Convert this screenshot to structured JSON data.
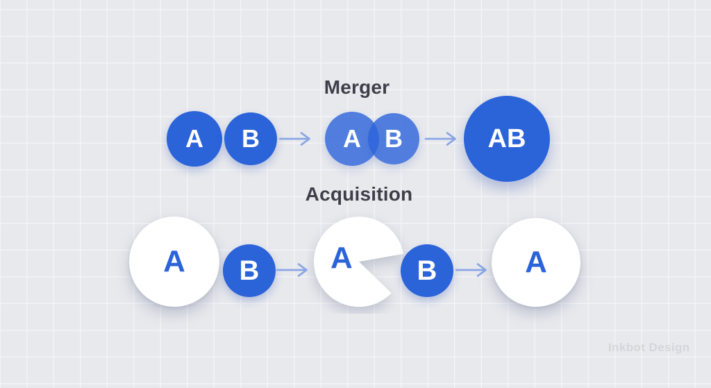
{
  "merger": {
    "title": "Merger",
    "step1": {
      "a": "A",
      "b": "B"
    },
    "step2": {
      "a": "A",
      "b": "B"
    },
    "result": "AB"
  },
  "acquisition": {
    "title": "Acquisition",
    "step1": {
      "a": "A",
      "b": "B"
    },
    "step2": {
      "a": "A",
      "b": "B"
    },
    "result": "A"
  },
  "watermark": "Inkbot Design",
  "icons": {
    "arrow": "arrow-right-icon"
  },
  "colors": {
    "primary_blue": "#2b63d9",
    "overlap_blue": "rgba(43,99,217,0.80)",
    "arrow_blue": "#8ba6e5",
    "title_text": "#3d4049",
    "background": "#e8e9ed",
    "grid_line": "#f3f4f8",
    "letter_on_blue": "#ffffff",
    "letter_on_white": "#2b63d9",
    "watermark_text": "#d3d6dc"
  }
}
